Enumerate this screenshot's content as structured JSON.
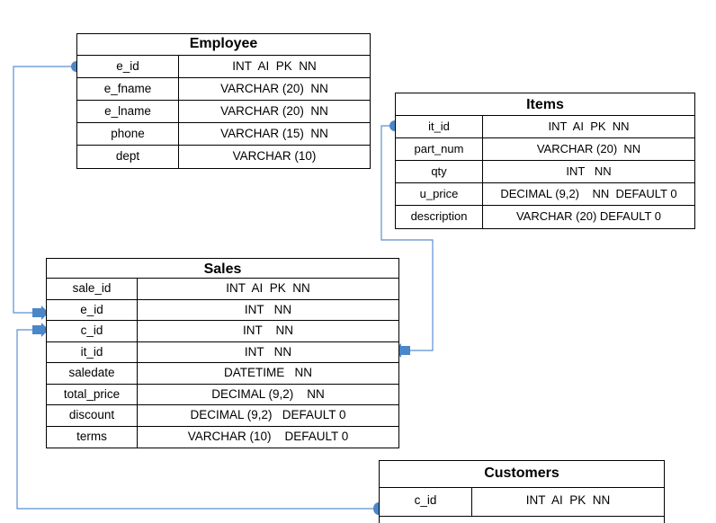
{
  "colors": {
    "connector": "#5b8fd0",
    "arrow_fill": "#4a86c8",
    "border": "#000000"
  },
  "tables": {
    "employee": {
      "title": "Employee",
      "rows": [
        {
          "field": "e_id",
          "type": "INT  AI  PK  NN"
        },
        {
          "field": "e_fname",
          "type": "VARCHAR (20)  NN"
        },
        {
          "field": "e_lname",
          "type": "VARCHAR (20)  NN"
        },
        {
          "field": "phone",
          "type": "VARCHAR (15)  NN"
        },
        {
          "field": "dept",
          "type": "VARCHAR (10)"
        }
      ]
    },
    "items": {
      "title": "Items",
      "rows": [
        {
          "field": "it_id",
          "type": "INT  AI  PK  NN"
        },
        {
          "field": "part_num",
          "type": "VARCHAR (20)  NN"
        },
        {
          "field": "qty",
          "type": "INT   NN"
        },
        {
          "field": "u_price",
          "type": "DECIMAL (9,2)    NN  DEFAULT 0"
        },
        {
          "field": "description",
          "type": "VARCHAR (20) DEFAULT 0"
        }
      ]
    },
    "sales": {
      "title": "Sales",
      "rows": [
        {
          "field": "sale_id",
          "type": "INT  AI  PK  NN"
        },
        {
          "field": "e_id",
          "type": "INT   NN"
        },
        {
          "field": "c_id",
          "type": "INT    NN"
        },
        {
          "field": "it_id",
          "type": "INT   NN"
        },
        {
          "field": "saledate",
          "type": "DATETIME   NN"
        },
        {
          "field": "total_price",
          "type": "DECIMAL (9,2)    NN"
        },
        {
          "field": "discount",
          "type": "DECIMAL (9,2)   DEFAULT 0"
        },
        {
          "field": "terms",
          "type": "VARCHAR (10)    DEFAULT 0"
        }
      ]
    },
    "customers": {
      "title": "Customers",
      "rows": [
        {
          "field": "c_id",
          "type": "INT  AI  PK  NN"
        }
      ]
    }
  },
  "relationships": [
    {
      "from": "Employee.e_id",
      "to": "Sales.e_id"
    },
    {
      "from": "Items.it_id",
      "to": "Sales.it_id"
    },
    {
      "from": "Customers.c_id",
      "to": "Sales.c_id"
    }
  ]
}
